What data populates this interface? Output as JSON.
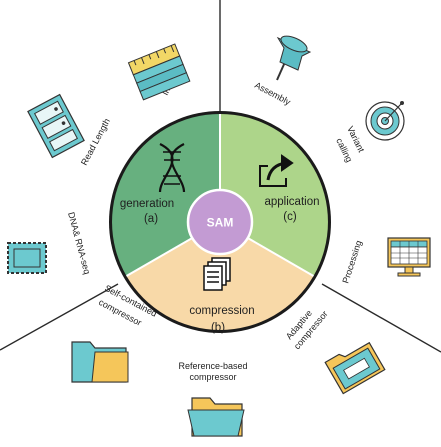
{
  "center": {
    "label": "SAM",
    "color": "#c39bd3"
  },
  "segments": {
    "generation": {
      "title": "generation",
      "tag": "(a)",
      "color": "#67b07f",
      "icon": "dna-icon"
    },
    "application": {
      "title": "application",
      "tag": "(c)",
      "color": "#add58a",
      "icon": "export-icon"
    },
    "compression": {
      "title": "compression",
      "tag": "(b)",
      "color": "#f8d9a8",
      "icon": "documents-icon"
    }
  },
  "outer_labels": {
    "index": "Index",
    "read_length": "Read Length",
    "dna_rna": "DNA& RNA-seq",
    "assembly": "Assembly",
    "variant_calling": [
      "Variant",
      "calling"
    ],
    "processing": "Processing",
    "self_contained": [
      "Self-contained",
      "compressor"
    ],
    "adaptive": [
      "Adaptive",
      "compressor"
    ],
    "reference_based": [
      "Reference-based",
      "compressor"
    ]
  },
  "icons": [
    "ruler-books-icon",
    "server-icon",
    "stamp-icon",
    "pushpin-icon",
    "target-icon",
    "monitor-table-icon",
    "folder-icon",
    "folder-window-icon",
    "folder-open-icon"
  ]
}
